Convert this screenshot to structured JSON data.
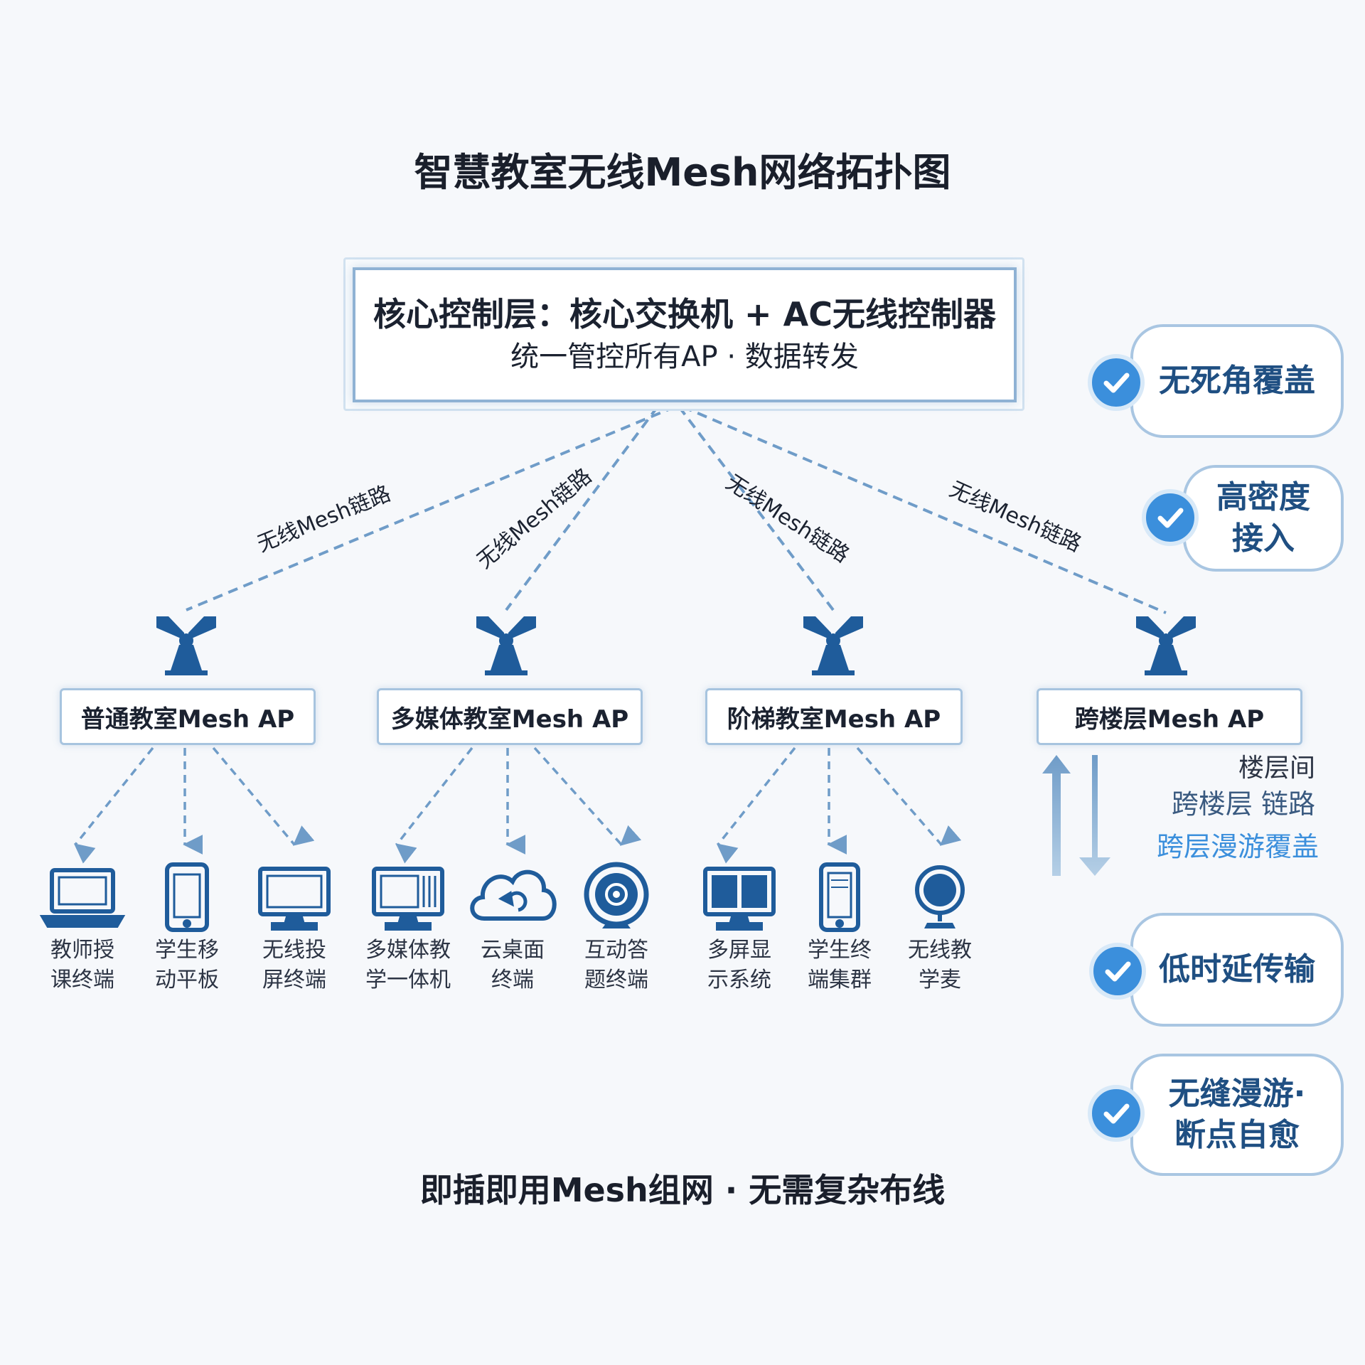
{
  "title": "智慧教室无线Mesh网络拓扑图",
  "core": {
    "title": "核心控制层：核心交换机 + AC无线控制器",
    "subtitle": "统一管控所有AP · 数据转发"
  },
  "mesh_link_label": "无线Mesh链路",
  "access_points": [
    {
      "label": "普通教室Mesh AP",
      "devices": [
        {
          "line1": "教师授",
          "line2": "课终端",
          "icon": "laptop-icon"
        },
        {
          "line1": "学生移",
          "line2": "动平板",
          "icon": "tablet-icon"
        },
        {
          "line1": "无线投",
          "line2": "屏终端",
          "icon": "monitor-icon"
        }
      ]
    },
    {
      "label": "多媒体教室Mesh AP",
      "devices": [
        {
          "line1": "多媒体教",
          "line2": "学一体机",
          "icon": "all-in-one-icon"
        },
        {
          "line1": "云桌面",
          "line2": "终端",
          "icon": "cloud-icon"
        },
        {
          "line1": "互动答",
          "line2": "题终端",
          "icon": "webcam-icon"
        }
      ]
    },
    {
      "label": "阶梯教室Mesh AP",
      "devices": [
        {
          "line1": "多屏显",
          "line2": "示系统",
          "icon": "multi-screen-icon"
        },
        {
          "line1": "学生终",
          "line2": "端集群",
          "icon": "phone-icon"
        },
        {
          "line1": "无线教",
          "line2": "学麦",
          "icon": "microphone-icon"
        }
      ]
    },
    {
      "label": "跨楼层Mesh AP",
      "devices": []
    }
  ],
  "floor": {
    "line1": "楼层间",
    "line2": "跨楼层 链路",
    "line3": "跨层漫游覆盖"
  },
  "features": [
    {
      "line1": "无死角覆盖",
      "line2": ""
    },
    {
      "line1": "高密度",
      "line2": "接入"
    },
    {
      "line1": "低时延传输",
      "line2": ""
    },
    {
      "line1": "无缝漫游·",
      "line2": "断点自愈"
    }
  ],
  "footer": "即插即用Mesh组网 · 无需复杂布线",
  "colors": {
    "accent": "#1f5c9b",
    "link": "#6f9cc8",
    "check": "#3b8fdc",
    "box_border": "#a7c4df"
  }
}
